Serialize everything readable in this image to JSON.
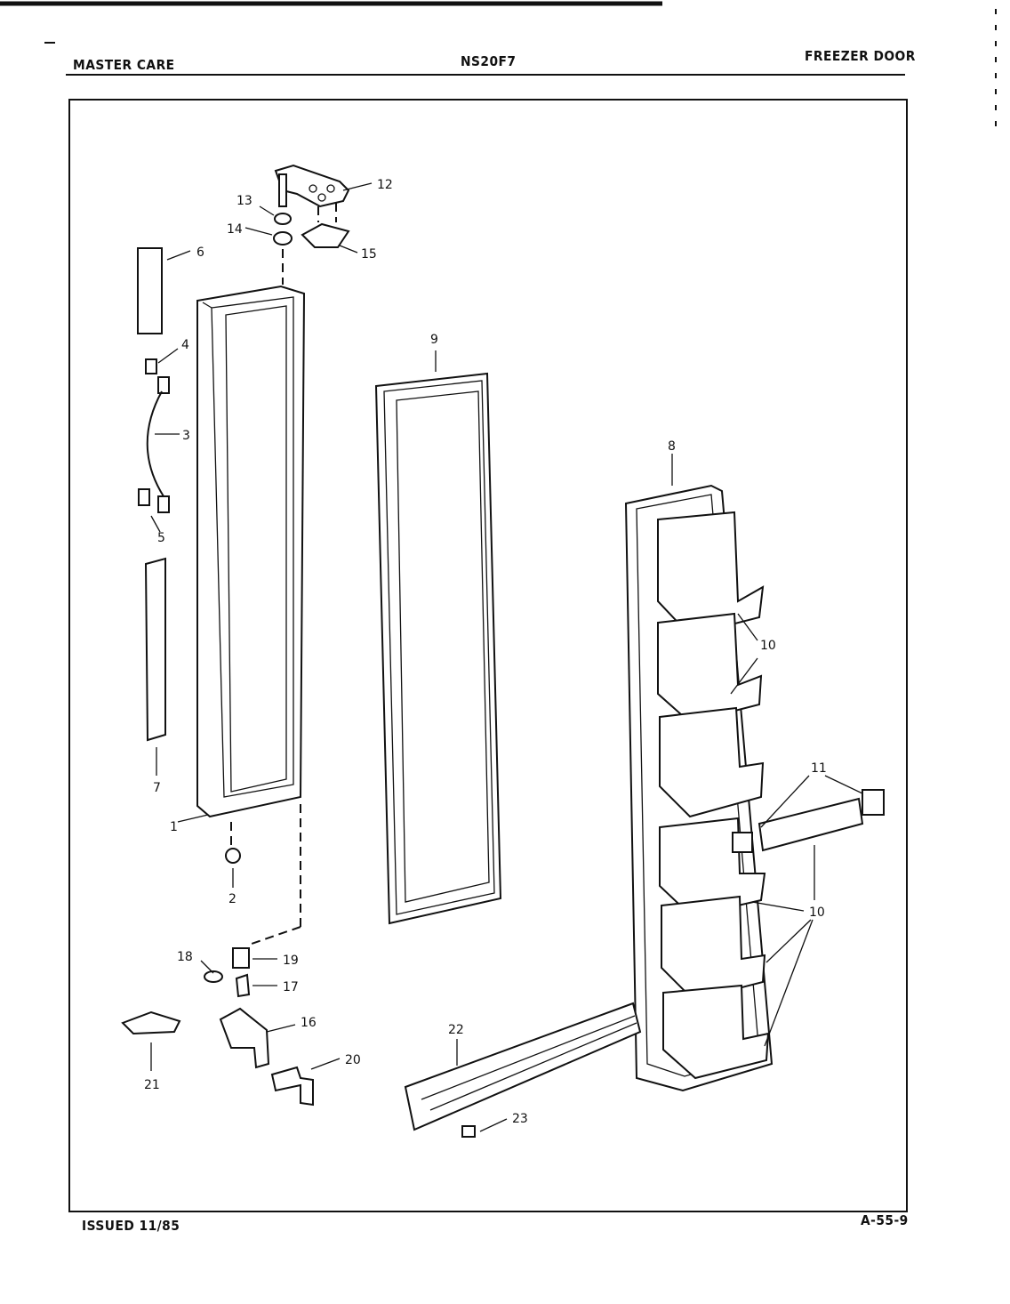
{
  "header": {
    "brand": "MASTER CARE",
    "model": "NS20F7",
    "section": "FREEZER DOOR"
  },
  "footer": {
    "issued": "ISSUED 11/85",
    "page_code": "A-55-9"
  },
  "callouts": {
    "c1": "1",
    "c2": "2",
    "c3": "3",
    "c4": "4",
    "c5": "5",
    "c6": "6",
    "c7": "7",
    "c8": "8",
    "c9": "9",
    "c10a": "10",
    "c10b": "10",
    "c11": "11",
    "c12": "12",
    "c13": "13",
    "c14": "14",
    "c15": "15",
    "c16": "16",
    "c17": "17",
    "c18": "18",
    "c19": "19",
    "c20": "20",
    "c21": "21",
    "c22": "22",
    "c23": "23"
  }
}
